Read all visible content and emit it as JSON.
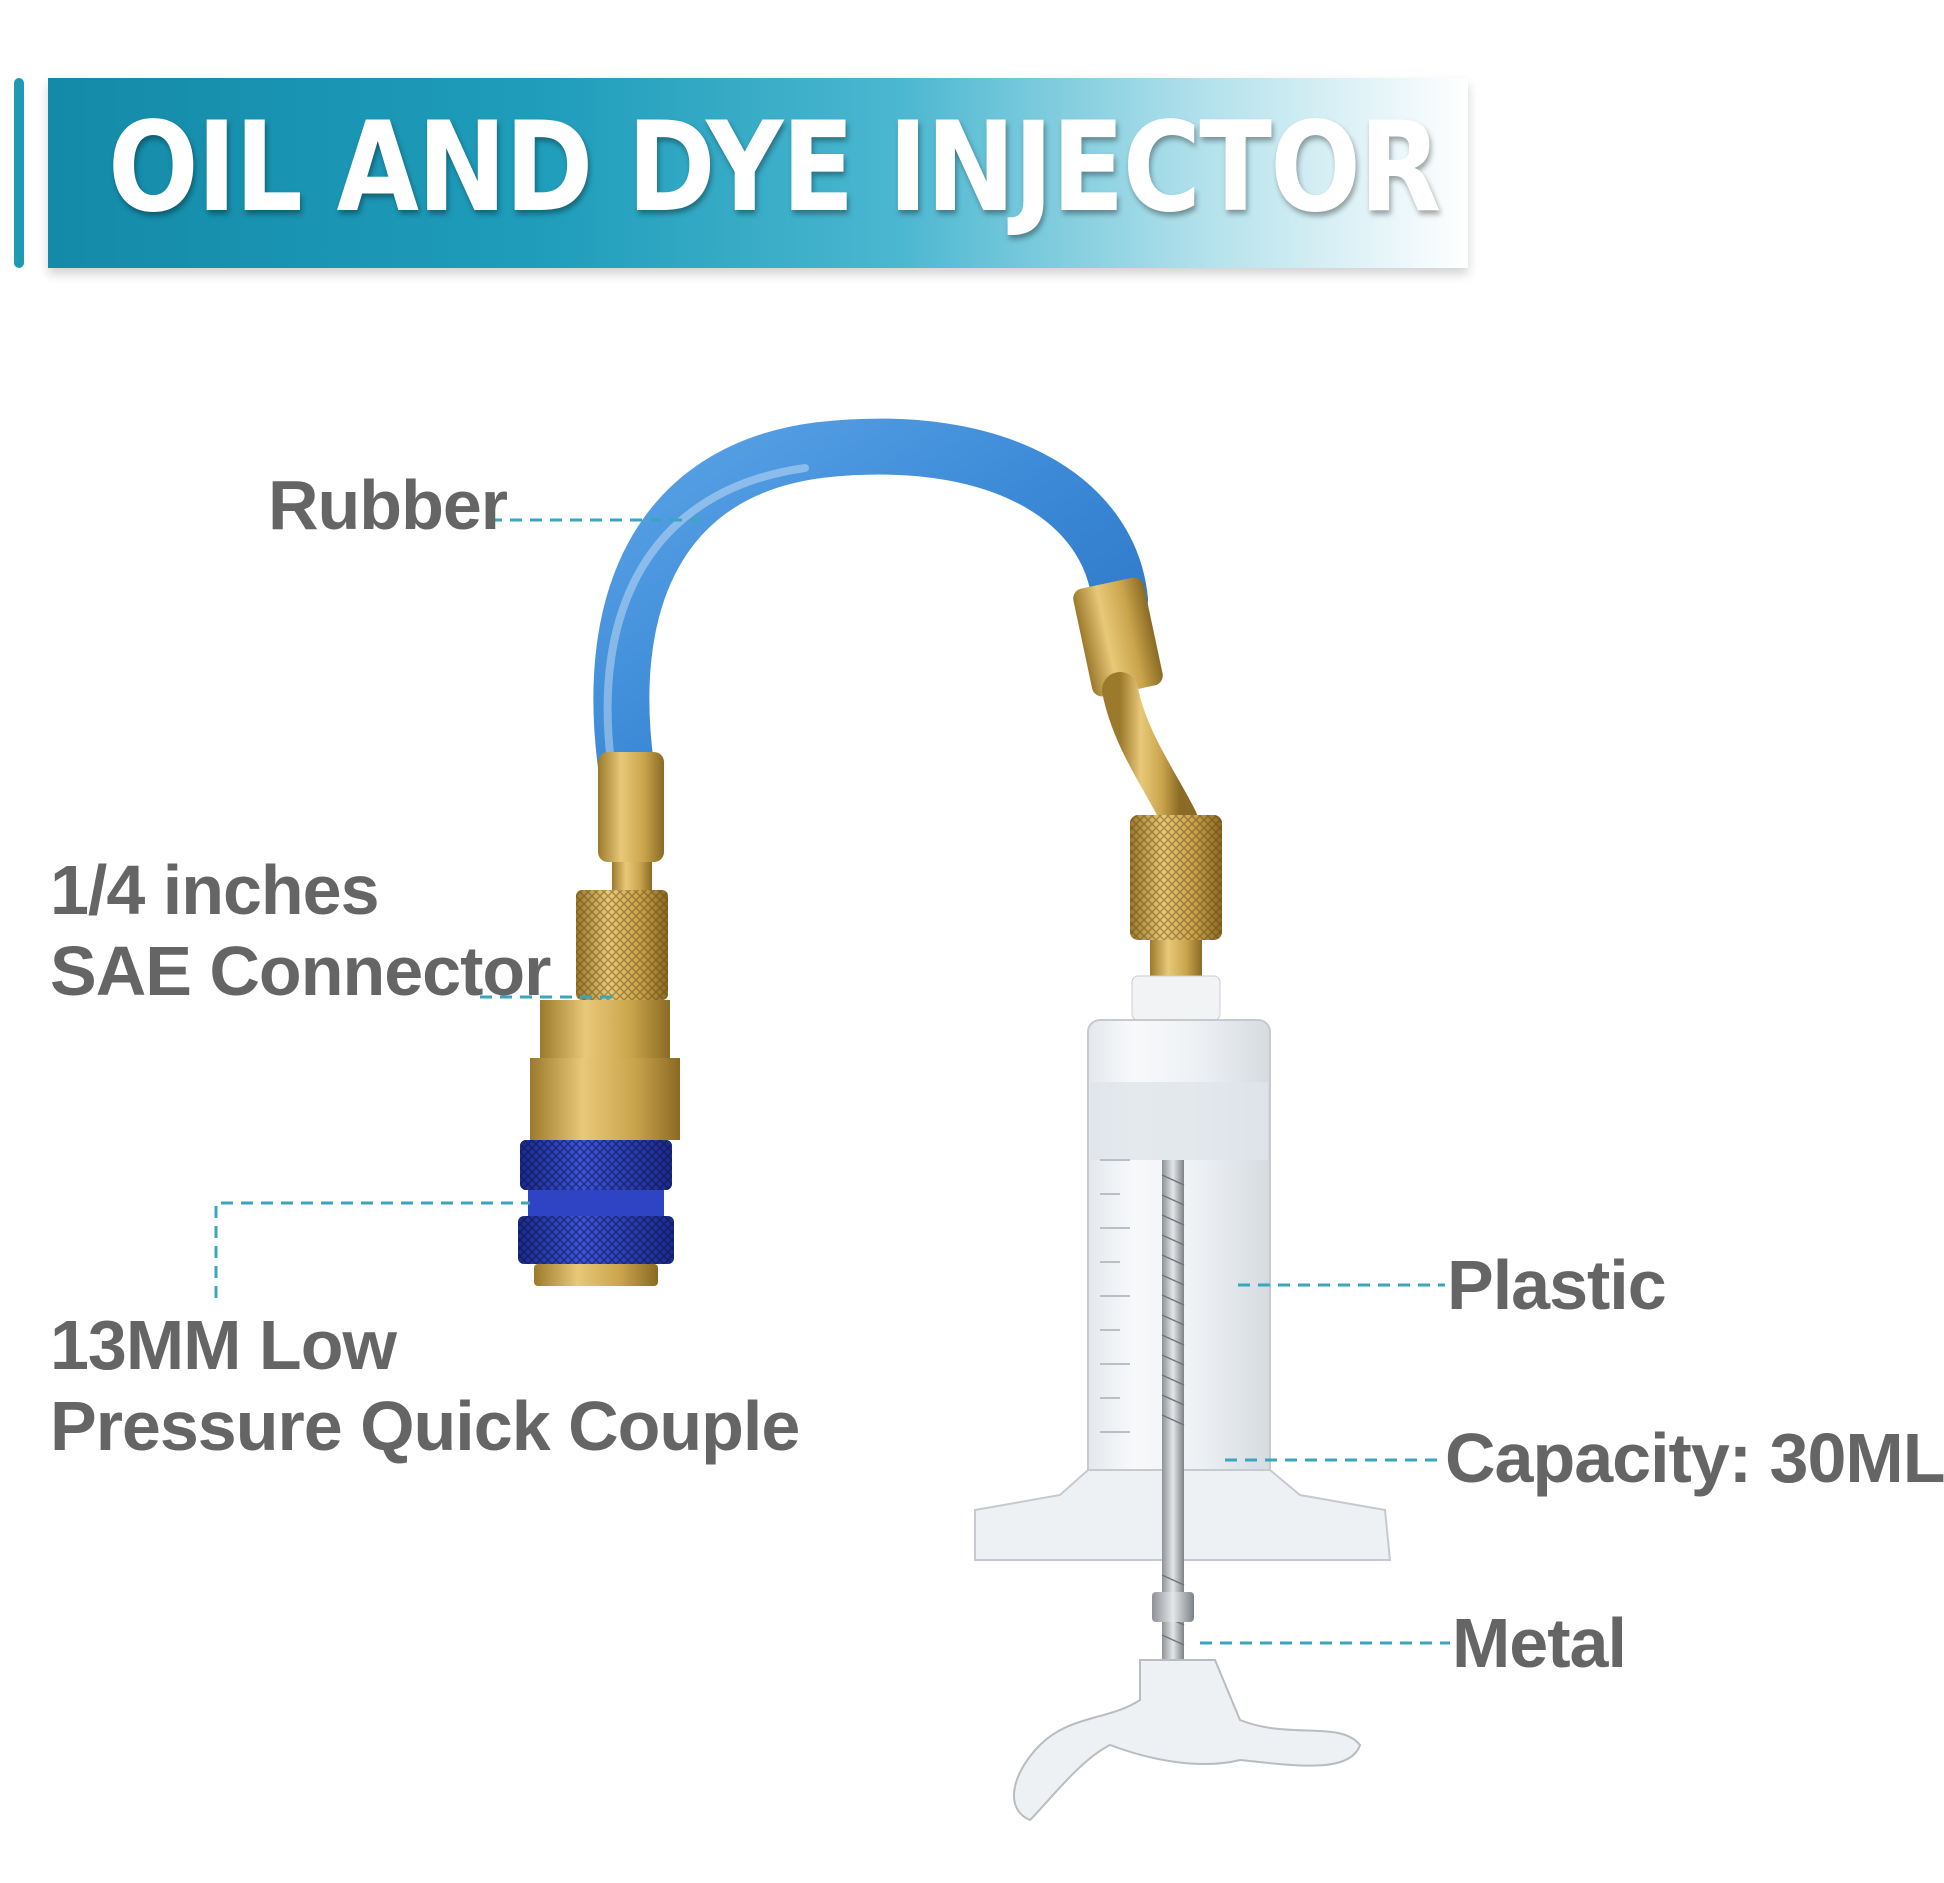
{
  "title": "OIL AND DYE INJECTOR",
  "colors": {
    "banner": "#1e9ab4",
    "label_text": "#656565",
    "leader_line": "#3aa6be",
    "hose": "#3a88d6",
    "brass": "#c9a44c",
    "coupler": "#2b3fb8"
  },
  "labels": {
    "rubber": "Rubber",
    "sae_line1": "1/4 inches",
    "sae_line2": "SAE Connector",
    "coupler_line1": "13MM Low",
    "coupler_line2": "Pressure Quick Couple",
    "plastic": "Plastic",
    "capacity": "Capacity: 30ML",
    "metal": "Metal"
  }
}
